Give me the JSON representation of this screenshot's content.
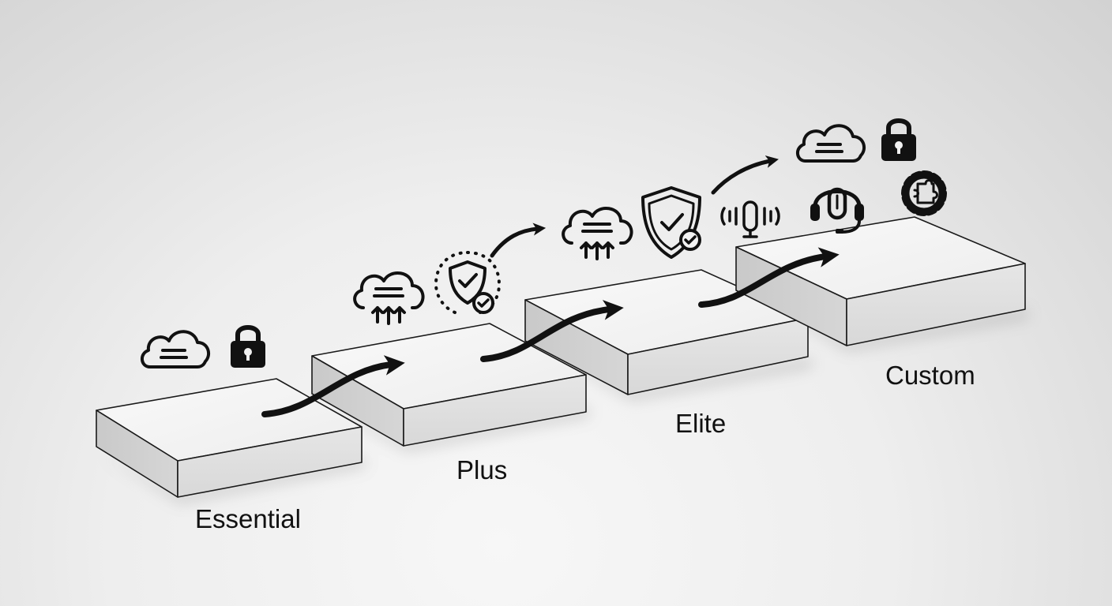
{
  "tiers": [
    {
      "id": "essential",
      "label": "Essential",
      "icons": [
        "cloud-icon",
        "lock-icon"
      ]
    },
    {
      "id": "plus",
      "label": "Plus",
      "icons": [
        "cloud-sync-icon",
        "shield-check-icon"
      ]
    },
    {
      "id": "elite",
      "label": "Elite",
      "icons": [
        "cloud-sync-icon",
        "shield-check-icon",
        "voice-support-icon"
      ]
    },
    {
      "id": "custom",
      "label": "Custom",
      "icons": [
        "cloud-icon",
        "lock-icon",
        "headset-icon",
        "gear-puzzle-icon"
      ]
    }
  ],
  "colors": {
    "ink": "#111111",
    "block_top": "#f6f6f6",
    "block_front": "#dedede",
    "block_side": "#cccccc"
  }
}
